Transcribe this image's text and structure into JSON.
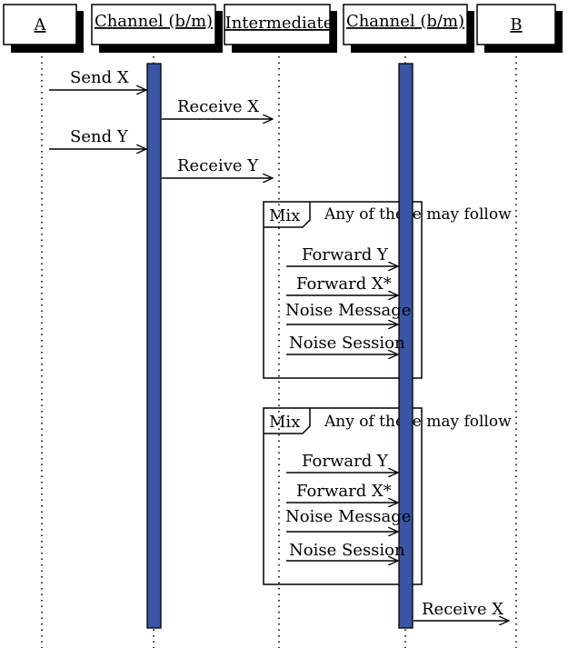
{
  "participants": [
    {
      "id": "a",
      "label": "A"
    },
    {
      "id": "ch1",
      "label": "Channel (b/m)"
    },
    {
      "id": "int",
      "label": "Intermediate"
    },
    {
      "id": "ch2",
      "label": "Channel (b/m)"
    },
    {
      "id": "b",
      "label": "B"
    }
  ],
  "messages": [
    {
      "id": "send-x",
      "label": "Send X"
    },
    {
      "id": "recv-x",
      "label": "Receive X"
    },
    {
      "id": "send-y",
      "label": "Send Y"
    },
    {
      "id": "recv-y",
      "label": "Receive Y"
    },
    {
      "id": "m1-fwd-y",
      "label": "Forward Y"
    },
    {
      "id": "m1-fwd-x",
      "label": "Forward X*"
    },
    {
      "id": "m1-noise-msg",
      "label": "Noise Message"
    },
    {
      "id": "m1-noise-ses",
      "label": "Noise Session"
    },
    {
      "id": "m2-fwd-y",
      "label": "Forward Y"
    },
    {
      "id": "m2-fwd-x",
      "label": "Forward X*"
    },
    {
      "id": "m2-noise-msg",
      "label": "Noise Message"
    },
    {
      "id": "m2-noise-ses",
      "label": "Noise Session"
    },
    {
      "id": "b-recv-x",
      "label": "Receive X"
    }
  ],
  "fragments": [
    {
      "tag": "Mix",
      "condition": "Any of these may follow"
    },
    {
      "tag": "Mix",
      "condition": "Any of these may follow"
    }
  ],
  "colors": {
    "activation": "#3a55a4",
    "line": "#000000"
  }
}
